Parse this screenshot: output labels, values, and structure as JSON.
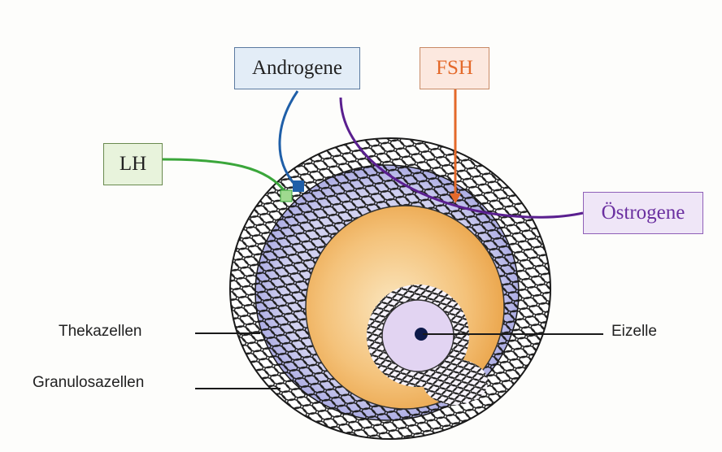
{
  "hormones": {
    "androgene": "Androgene",
    "fsh": "FSH",
    "lh": "LH",
    "oestrogene": "Östrogene"
  },
  "structures": {
    "thekazellen": "Thekazellen",
    "granulosazellen": "Granulosazellen",
    "eizelle": "Eizelle"
  },
  "colors": {
    "lh_line": "#3aa63a",
    "androgene_line": "#1f5fa8",
    "fsh_line": "#e4692a",
    "oestrogene_line": "#5a1f8f",
    "theca_layer": "#8f8fd6",
    "antrum": "#f2b75a",
    "oocyte": "#e2d4f2"
  }
}
